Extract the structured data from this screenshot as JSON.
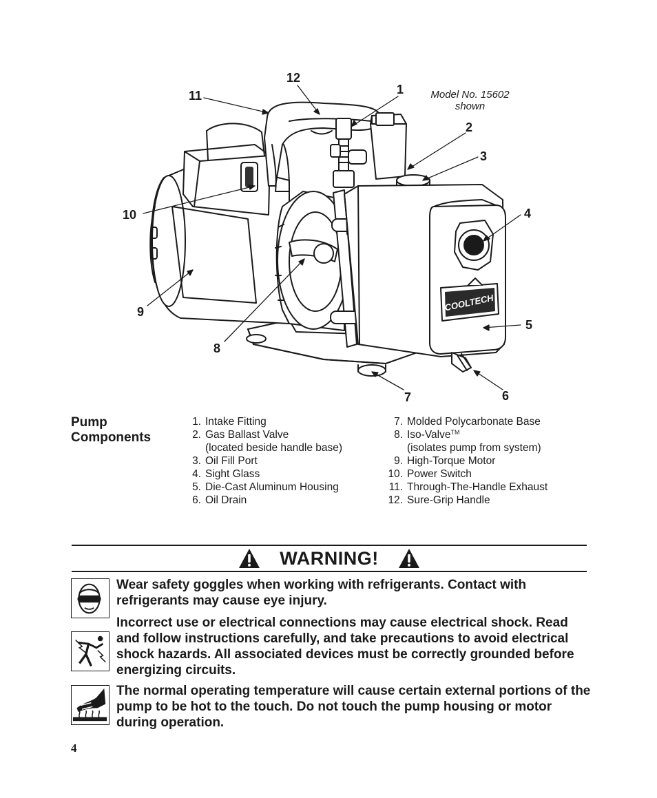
{
  "diagram": {
    "model_note_line1": "Model No. 15602",
    "model_note_line2": "shown",
    "brand_logo_text": "COOLTECH",
    "callouts": [
      "1",
      "2",
      "3",
      "4",
      "5",
      "6",
      "7",
      "8",
      "9",
      "10",
      "11",
      "12"
    ]
  },
  "components": {
    "title_line1": "Pump",
    "title_line2": "Components",
    "left": [
      {
        "num": "1.",
        "label": "Intake Fitting",
        "sub": ""
      },
      {
        "num": "2.",
        "label": "Gas Ballast Valve",
        "sub": "(located beside handle base)"
      },
      {
        "num": "3.",
        "label": "Oil Fill Port",
        "sub": ""
      },
      {
        "num": "4.",
        "label": "Sight Glass",
        "sub": ""
      },
      {
        "num": "5.",
        "label": "Die-Cast Aluminum Housing",
        "sub": ""
      },
      {
        "num": "6.",
        "label": "Oil Drain",
        "sub": ""
      }
    ],
    "right": [
      {
        "num": "7.",
        "label": "Molded Polycarbonate Base",
        "sub": ""
      },
      {
        "num": "8.",
        "label": "Iso-Valve",
        "tm": "TM",
        "sub": "(isolates pump from system)"
      },
      {
        "num": "9.",
        "label": "High-Torque Motor",
        "sub": ""
      },
      {
        "num": "10.",
        "label": "Power Switch",
        "sub": ""
      },
      {
        "num": "11.",
        "label": "Through-The-Handle Exhaust",
        "sub": ""
      },
      {
        "num": "12.",
        "label": "Sure-Grip Handle",
        "sub": ""
      }
    ]
  },
  "warning": {
    "title": "WARNING!",
    "items": [
      {
        "icon": "safety-goggles-icon",
        "text": "Wear safety goggles when working with refrigerants. Contact with refrigerants may cause eye injury."
      },
      {
        "icon": "electrical-shock-icon",
        "text": "Incorrect use or electrical connections may cause electrical shock. Read and follow instructions carefully, and take precautions to avoid electrical shock hazards. All associated devices must be correctly grounded before energizing circuits."
      },
      {
        "icon": "hot-surface-icon",
        "text": "The normal operating temperature will cause certain external portions of the pump to be hot to the touch. Do not touch the pump housing or motor during operation."
      }
    ]
  },
  "page_number": "4"
}
